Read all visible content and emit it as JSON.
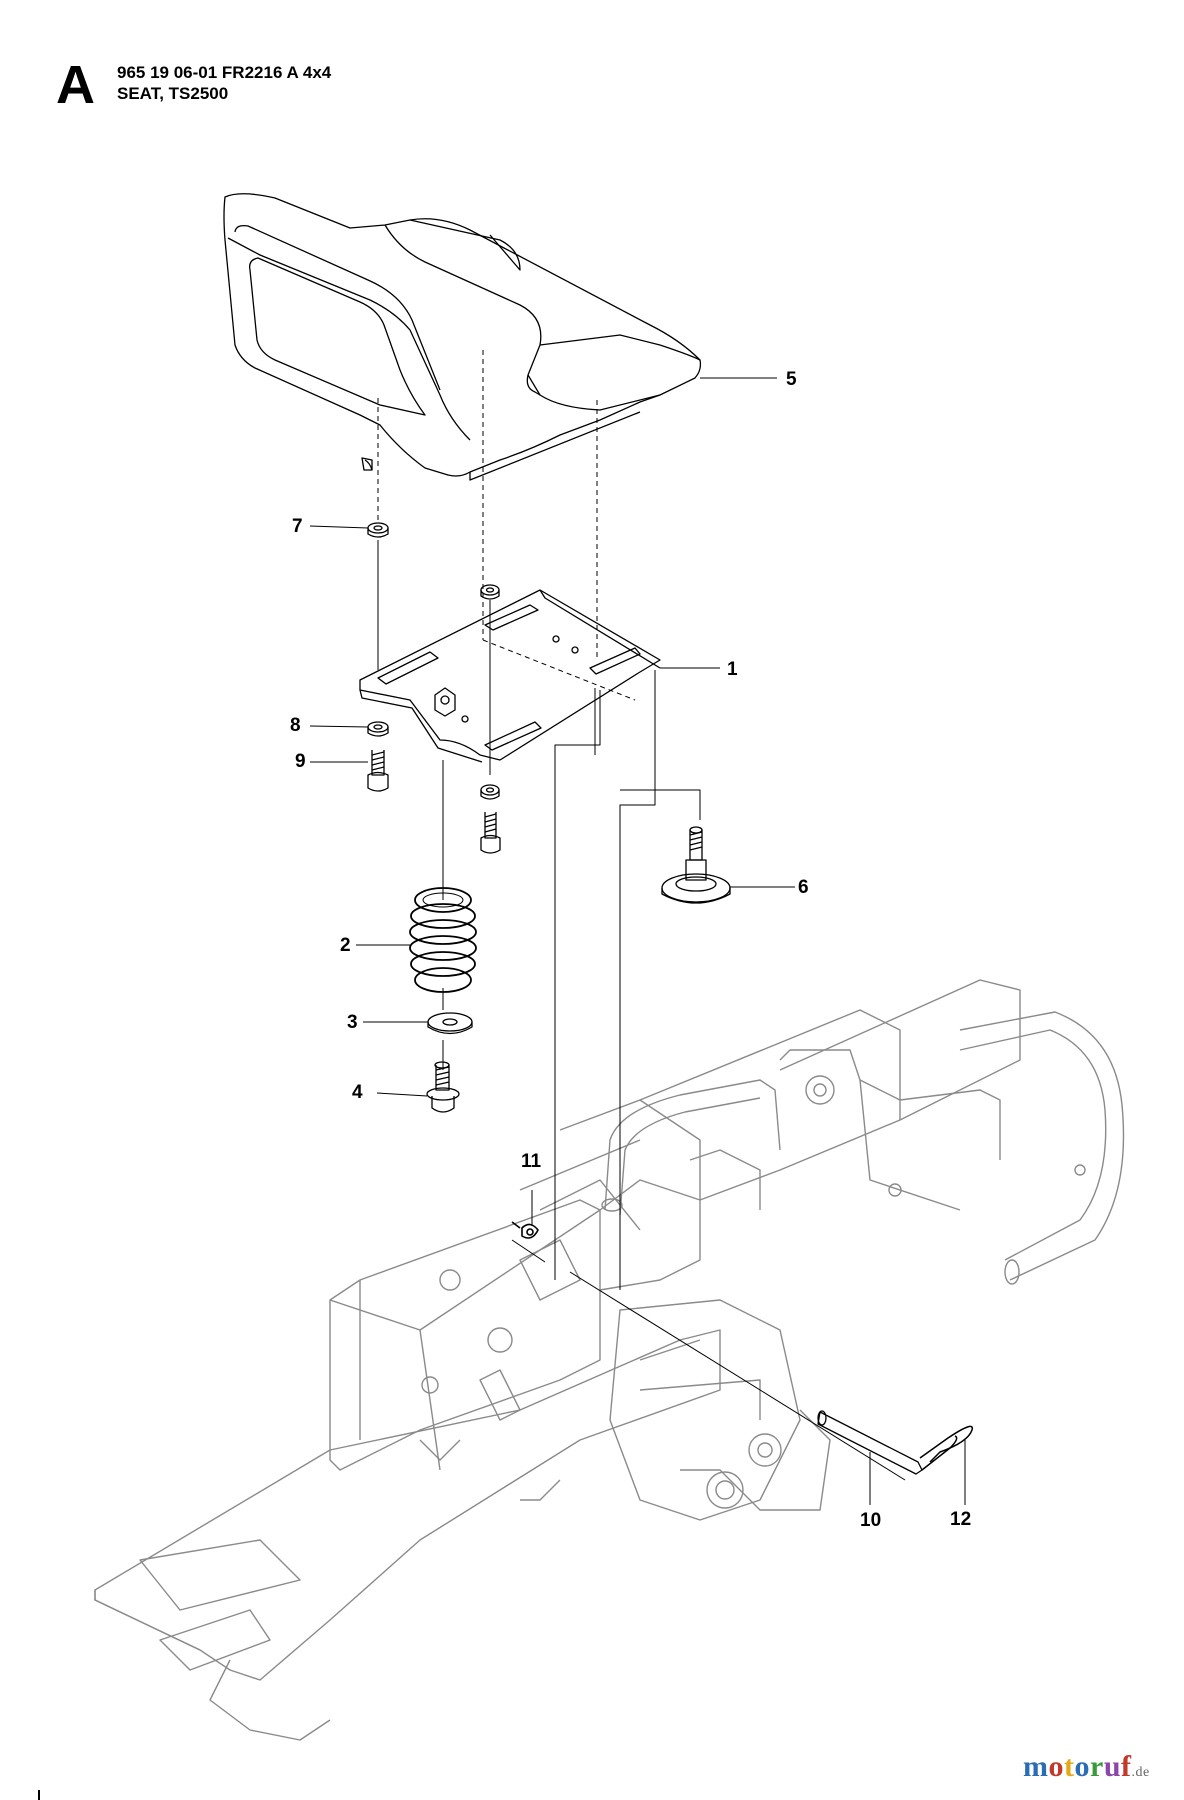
{
  "header": {
    "section_letter": "A",
    "line1": "965 19 06-01 FR2216 A 4x4",
    "line2": "SEAT, TS2500"
  },
  "callouts": [
    "1",
    "2",
    "3",
    "4",
    "5",
    "6",
    "7",
    "8",
    "9",
    "10",
    "11",
    "12"
  ],
  "watermark": {
    "text": "motoruf",
    "suffix": ".de",
    "letter_colors": [
      "#2a6db5",
      "#c0392b",
      "#e6a817",
      "#2a6db5",
      "#3a9a3a",
      "#8e44ad",
      "#c0392b"
    ]
  },
  "colors": {
    "line": "#000000",
    "frame": "#8a8a8a",
    "background": "#ffffff"
  }
}
